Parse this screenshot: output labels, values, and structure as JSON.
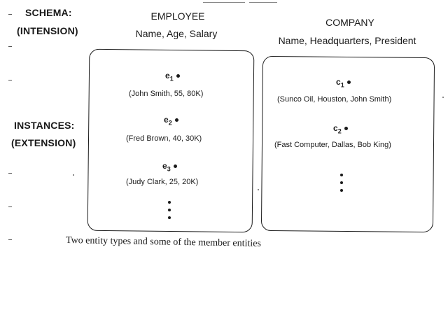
{
  "left_labels": {
    "schema": "SCHEMA:",
    "intension": "(INTENSION)",
    "instances": "INSTANCES:",
    "extension": "(EXTENSION)"
  },
  "employee": {
    "title": "EMPLOYEE",
    "attributes": "Name, Age, Salary",
    "entities": [
      {
        "id": "e",
        "sub": "1",
        "value": "(John Smith, 55, 80K)"
      },
      {
        "id": "e",
        "sub": "2",
        "value": "(Fred Brown, 40, 30K)"
      },
      {
        "id": "e",
        "sub": "3",
        "value": "(Judy Clark, 25, 20K)"
      }
    ]
  },
  "company": {
    "title": "COMPANY",
    "attributes": "Name, Headquarters, President",
    "entities": [
      {
        "id": "c",
        "sub": "1",
        "value": "(Sunco Oil, Houston, John Smith)"
      },
      {
        "id": "c",
        "sub": "2",
        "value": "(Fast Computer, Dallas, Bob King)"
      }
    ]
  },
  "caption": "Two entity types and some of the member entities"
}
